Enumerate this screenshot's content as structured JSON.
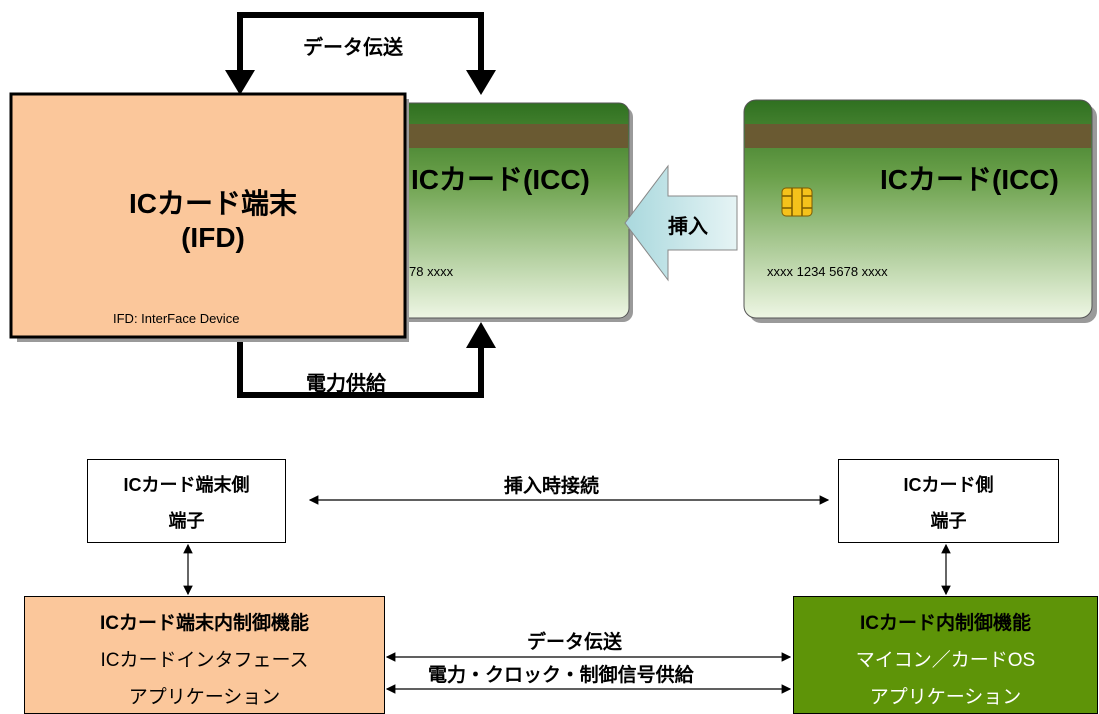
{
  "top": {
    "data_transfer_label": "データ伝送",
    "power_supply_label": "電力供給",
    "insert_label": "挿入",
    "terminal": {
      "title_line1": "ICカード端末",
      "title_line2": "(IFD)",
      "note": "IFD: InterFace Device"
    },
    "card_inserted": {
      "title": "ICカード(ICC)",
      "number_fragment": "78 xxxx"
    },
    "card_free": {
      "title": "ICカード(ICC)",
      "number": "xxxx 1234 5678 xxxx"
    }
  },
  "bottom": {
    "terminal_contact": {
      "line1": "ICカード端末側",
      "line2": "端子"
    },
    "card_contact": {
      "line1": "ICカード側",
      "line2": "端子"
    },
    "insert_connection_label": "挿入時接続",
    "terminal_control": {
      "title": "ICカード端末内制御機能",
      "line2": "ICカードインタフェース",
      "line3": "アプリケーション"
    },
    "card_control": {
      "title": "ICカード内制御機能",
      "line2": "マイコン／カードOS",
      "line3": "アプリケーション"
    },
    "data_transfer_label": "データ伝送",
    "power_clock_label": "電力・クロック・制御信号供給"
  },
  "colors": {
    "terminal_fill": "#fbc79b",
    "card_dark_green": "#2e6e1f",
    "card_light_green": "#e5f2d6",
    "card_stripe": "#6a5a32",
    "insert_arrow_fill": "#d5ecef",
    "card_control_fill": "#5e9408",
    "chip_gold": "#f5c21b"
  }
}
